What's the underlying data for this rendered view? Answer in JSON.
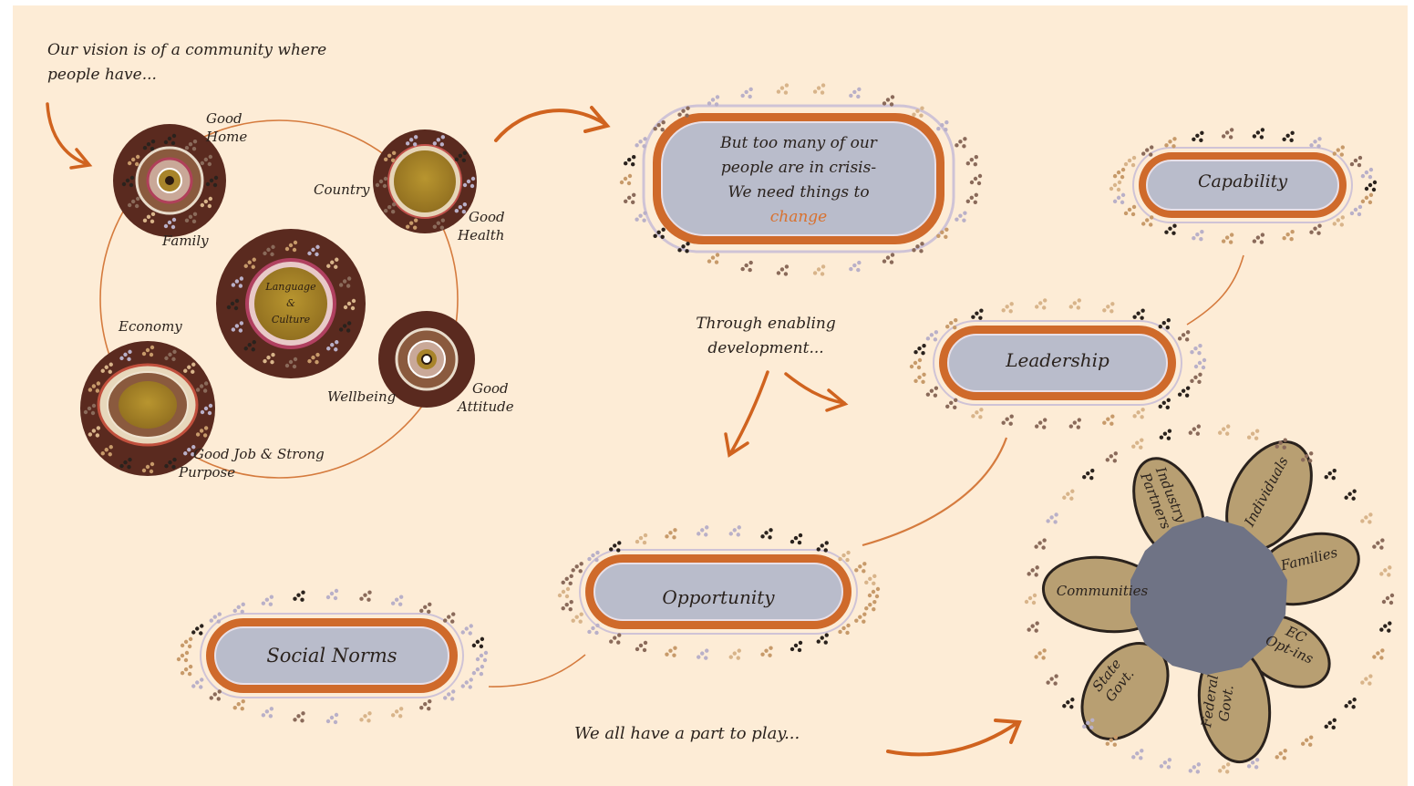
{
  "intro": [
    "Our vision is of a community where",
    "people have..."
  ],
  "vision_items": {
    "good_home": [
      "Good",
      "Home"
    ],
    "country": "Country",
    "good_health": [
      "Good",
      "Health"
    ],
    "family": "Family",
    "language_culture": [
      "Language",
      "&",
      "Culture"
    ],
    "economy": "Economy",
    "wellbeing": "Wellbeing",
    "good_attitude": [
      "Good",
      "Attitude"
    ],
    "good_job": [
      "Good Job & Strong",
      "Purpose"
    ]
  },
  "crisis": {
    "lines": [
      "But too many of our",
      "people are in crisis-",
      "We need things to"
    ],
    "highlight": "change",
    "highlight_color": "#d8712f"
  },
  "enabling": [
    "Through enabling",
    "development..."
  ],
  "pillars": {
    "capability": "Capability",
    "leadership": "Leadership",
    "opportunity": "Opportunity",
    "social_norms": "Social Norms"
  },
  "part_to_play": "We all have a part to play...",
  "stakeholders": {
    "industry": [
      "Industry",
      "Partners"
    ],
    "individuals": "Individuals",
    "families": "Families",
    "ec": [
      "EC",
      "Opt-ins"
    ],
    "federal": [
      "Federal",
      "Govt."
    ],
    "state": [
      "State",
      "Govt."
    ],
    "communities": "Communities"
  },
  "colors": {
    "background": "#fdecd6",
    "arrow": "#d0631f",
    "circle_dark": "#5a2a1f",
    "ochre": "#a8842a",
    "pill_fill": "#b9bccb",
    "pill_ring": "#cf6a2b",
    "petal": "#b89f72",
    "hub": "#6f7385"
  }
}
